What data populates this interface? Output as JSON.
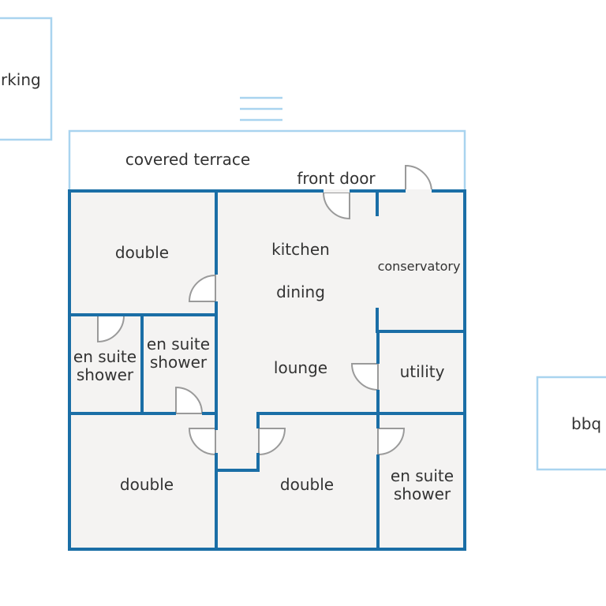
{
  "colors": {
    "wall": "#1a6ea6",
    "outline_light": "#a9d4ef",
    "floor": "#f4f3f2",
    "door": "#9a9a9a",
    "text": "#333333"
  },
  "labels": {
    "parking": "rking",
    "bbq": "bbq",
    "covered_terrace": "covered terrace",
    "front_door": "front door",
    "double_top_left": "double",
    "kitchen": "kitchen",
    "dining": "dining",
    "conservatory": "conservatory",
    "en_suite_left_line1": "en suite",
    "en_suite_left_line2": "shower",
    "en_suite_mid_line1": "en suite",
    "en_suite_mid_line2": "shower",
    "lounge": "lounge",
    "utility": "utility",
    "double_bottom_left": "double",
    "double_bottom_mid": "double",
    "en_suite_right_line1": "en suite",
    "en_suite_right_line2": "shower"
  }
}
